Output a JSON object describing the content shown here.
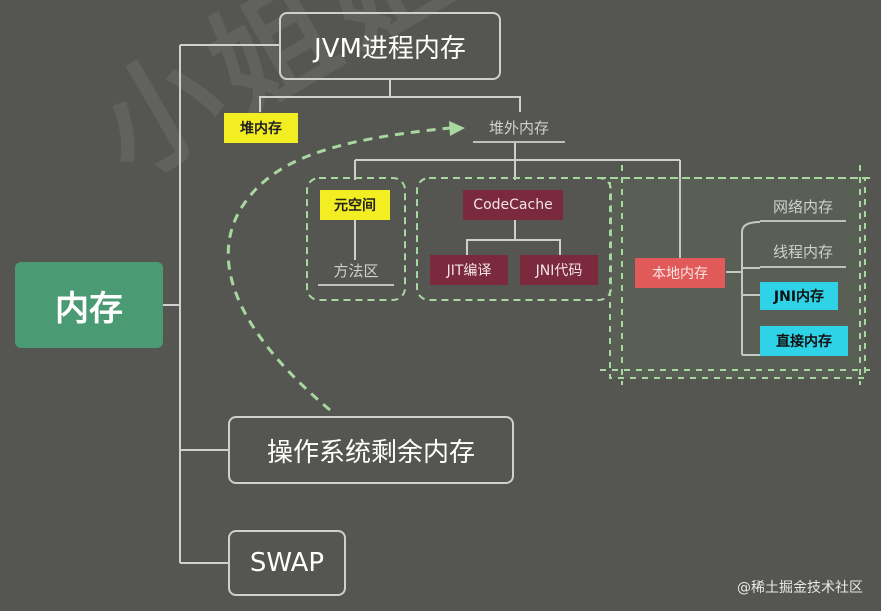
{
  "root": "内存",
  "jvm": "JVM进程内存",
  "heap": "堆内存",
  "offheap": "堆外内存",
  "metaspace": "元空间",
  "method_area": "方法区",
  "codecache": "CodeCache",
  "jit": "JIT编译",
  "jni_code": "JNI代码",
  "native": "本地内存",
  "net": "网络内存",
  "thread": "线程内存",
  "jni_mem": "JNI内存",
  "direct": "直接内存",
  "os": "操作系统剩余内存",
  "swap": "SWAP",
  "watermark": "小姐姐味道",
  "credit": "@稀土掘金技术社区",
  "colors": {
    "background": "#555552",
    "root": "#4a9a73",
    "highlight_yellow": "#f3ee21",
    "highlight_maroon": "#7a2a3c",
    "highlight_red": "#e05a5a",
    "highlight_cyan": "#2ed3e8",
    "dashed_green": "#a8d8a0"
  }
}
